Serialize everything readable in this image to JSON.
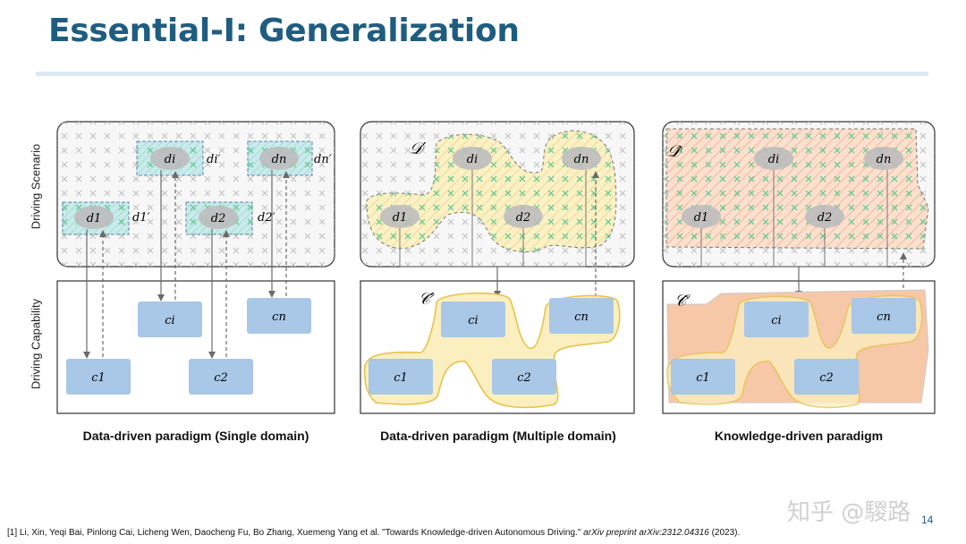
{
  "title": "Essential-I: Generalization",
  "axis": {
    "scenario": "Driving Scenario",
    "capability": "Driving Capability"
  },
  "captions": [
    "Data-driven paradigm (Single domain)",
    "Data-driven paradigm (Multiple domain)",
    "Knowledge-driven paradigm"
  ],
  "nodes": {
    "d1": "d1",
    "di": "di",
    "dn": "dn",
    "d2": "d2",
    "d1p": "d1′",
    "dip": "di′",
    "dnp": "dn′",
    "d2p": "d2′",
    "c1": "c1",
    "ci": "ci",
    "cn": "cn",
    "c2": "c2",
    "Dprime": "𝒟′",
    "Cprime": "𝒞′",
    "Dhat": "𝒟̂",
    "Chat": "𝒞̂"
  },
  "reference": {
    "text": "[1] Li, Xin, Yeqi Bai, Pinlong Cai, Licheng Wen, Daocheng Fu, Bo Zhang, Xuemeng Yang et al. \"Towards Knowledge-driven Autonomous Driving.\"",
    "venue": "arXiv preprint arXiv:2312.04316",
    "year": "(2023)."
  },
  "watermark": "知乎 @騣路",
  "page_number": "14",
  "colors": {
    "title": "#1f5d80",
    "node_blue": "#a9c7e6",
    "ellipse_gray": "#bdbdbd",
    "domain_yellow": "#fbefbf",
    "domain_orange": "#f6c8a8"
  }
}
